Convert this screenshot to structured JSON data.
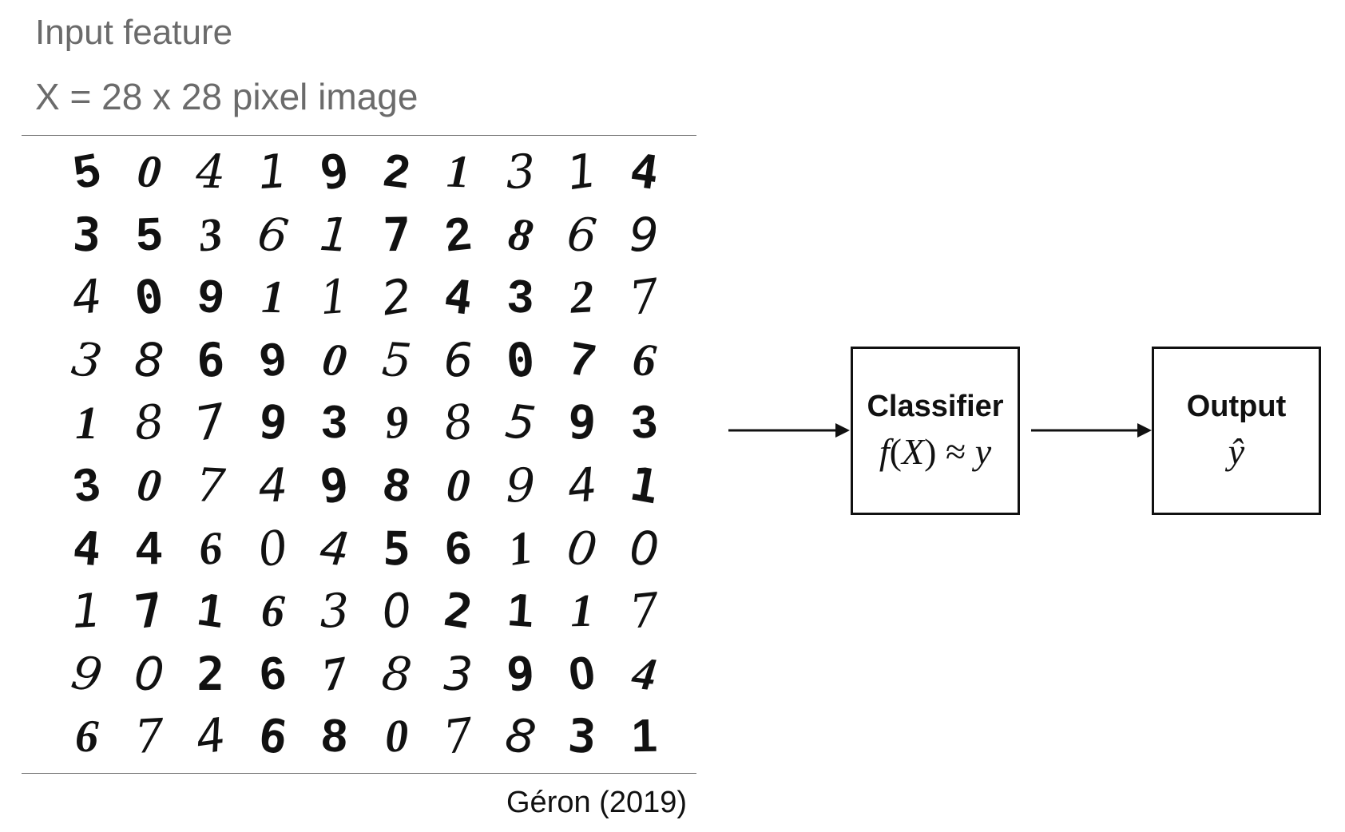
{
  "titles": {
    "input_feature": "Input feature",
    "dimensions": "X = 28 x 28 pixel image"
  },
  "digits": [
    "5",
    "0",
    "4",
    "1",
    "9",
    "2",
    "1",
    "3",
    "1",
    "4",
    "3",
    "5",
    "3",
    "6",
    "1",
    "7",
    "2",
    "8",
    "6",
    "9",
    "4",
    "0",
    "9",
    "1",
    "1",
    "2",
    "4",
    "3",
    "2",
    "7",
    "3",
    "8",
    "6",
    "9",
    "0",
    "5",
    "6",
    "0",
    "7",
    "6",
    "1",
    "8",
    "7",
    "9",
    "3",
    "9",
    "8",
    "5",
    "9",
    "3",
    "3",
    "0",
    "7",
    "4",
    "9",
    "8",
    "0",
    "9",
    "4",
    "1",
    "4",
    "4",
    "6",
    "0",
    "4",
    "5",
    "6",
    "1",
    "0",
    "0",
    "1",
    "7",
    "1",
    "6",
    "3",
    "0",
    "2",
    "1",
    "1",
    "7",
    "9",
    "0",
    "2",
    "6",
    "7",
    "8",
    "3",
    "9",
    "0",
    "4",
    "6",
    "7",
    "4",
    "6",
    "8",
    "0",
    "7",
    "8",
    "3",
    "1"
  ],
  "credit": "Géron (2019)",
  "classifier": {
    "label": "Classifier",
    "fn": "f",
    "lparen": "(",
    "var": "X",
    "rparen": ")",
    "approx": " ≈ ",
    "target": "y"
  },
  "output": {
    "label": "Output",
    "symbol": "ŷ"
  },
  "colors": {
    "text": "#111111",
    "title_gray": "#6b6b6b",
    "rule": "#6a6a6a"
  }
}
